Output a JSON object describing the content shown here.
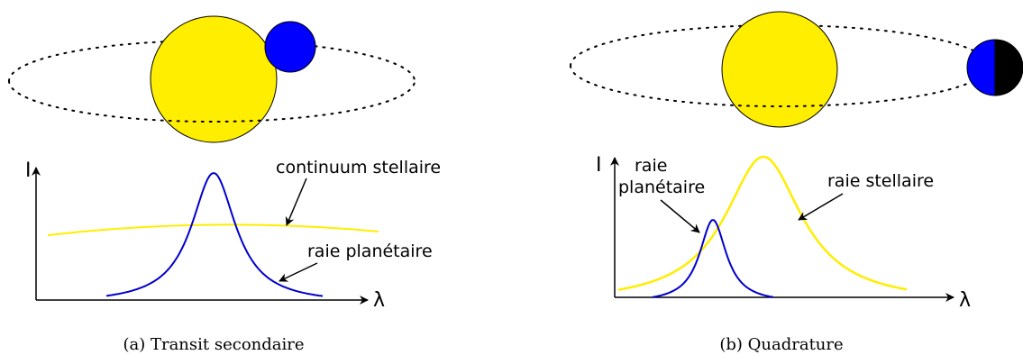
{
  "colors": {
    "star": "#ffee00",
    "planet": "#0000ff",
    "night_side": "#000000",
    "stellar_line": "#ffee00",
    "planet_line": "#0000cc"
  },
  "panel_a": {
    "y_axis_label": "I",
    "x_axis_label": "λ",
    "label_continuum": "continuum stellaire",
    "label_planet_line": "raie planétaire",
    "caption": "(a) Transit secondaire"
  },
  "panel_b": {
    "y_axis_label": "I",
    "x_axis_label": "λ",
    "label_planet_line_1": "raie",
    "label_planet_line_2": "planétaire",
    "label_stellar_line": "raie stellaire",
    "caption": "(b) Quadrature"
  }
}
